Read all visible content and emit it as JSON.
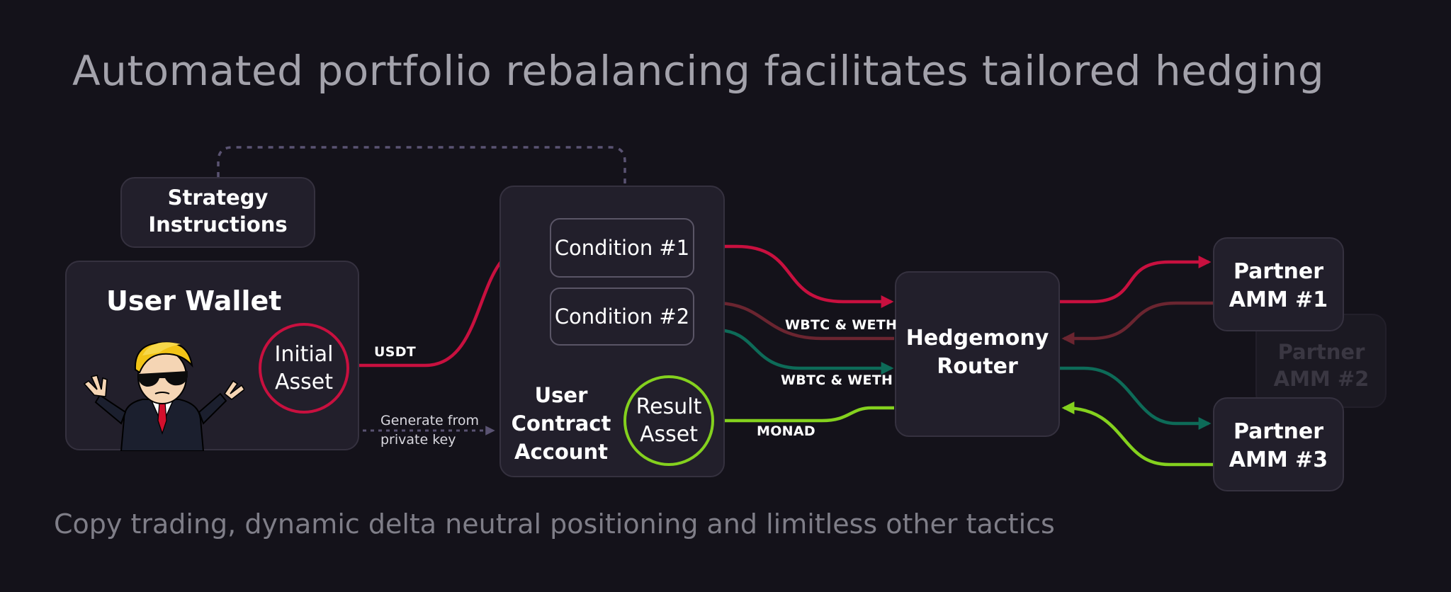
{
  "title": "Automated portfolio rebalancing facilitates tailored hedging",
  "subtitle": "Copy trading, dynamic delta neutral positioning and limitless other tactics",
  "nodes": {
    "strategy": "Strategy Instructions",
    "user_wallet": "User Wallet",
    "initial_asset": "Initial Asset",
    "condition_1": "Condition #1",
    "condition_2": "Condition #2",
    "user_contract_account": "User Contract Account",
    "result_asset": "Result Asset",
    "router": "Hedgemony Router",
    "amm_1": "Partner AMM #1",
    "amm_2": "Partner AMM #2",
    "amm_3": "Partner AMM #3"
  },
  "edges": {
    "usdt": "USDT",
    "wbtc_weth_1": "WBTC & WETH",
    "wbtc_weth_2": "WBTC & WETH",
    "monad": "MONAD",
    "generate": "Generate from private key"
  },
  "colors": {
    "red": "#c8103f",
    "dark_red": "#6b2530",
    "teal": "#0d6b58",
    "lime": "#84d11e",
    "dashed": "#5a5372"
  }
}
